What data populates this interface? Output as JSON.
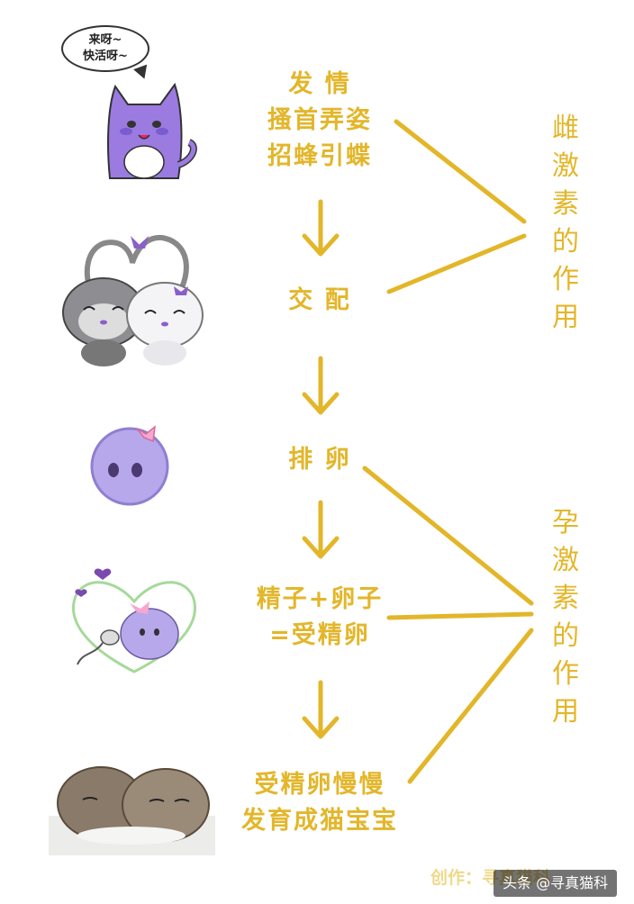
{
  "bubble": {
    "line1": "来呀~",
    "line2": "快活呀~"
  },
  "steps": [
    {
      "lines": [
        "发 情",
        "搔首弄姿",
        "招蜂引蝶"
      ]
    },
    {
      "lines": [
        "交 配"
      ]
    },
    {
      "lines": [
        "排 卵"
      ]
    },
    {
      "lines": [
        "精子+卵子",
        "=受精卵"
      ]
    },
    {
      "lines": [
        "受精卵慢慢",
        "发育成猫宝宝"
      ]
    }
  ],
  "labels": {
    "estrogen": [
      "雌",
      "激",
      "素",
      "的",
      "作",
      "用"
    ],
    "progesterone": [
      "孕",
      "激",
      "素",
      "的",
      "作",
      "用"
    ]
  },
  "watermark": "创作：寻真猫科",
  "badge": "头条 @寻真猫科",
  "colors": {
    "accent": "#e3b62a",
    "cat_purple": "#9b7be0",
    "egg_purple": "#b7a8ec"
  },
  "icons": [
    "purple-cat-icon",
    "cat-couple-icon",
    "egg-icon",
    "sperm-egg-heart-icon",
    "kittens-icon"
  ]
}
